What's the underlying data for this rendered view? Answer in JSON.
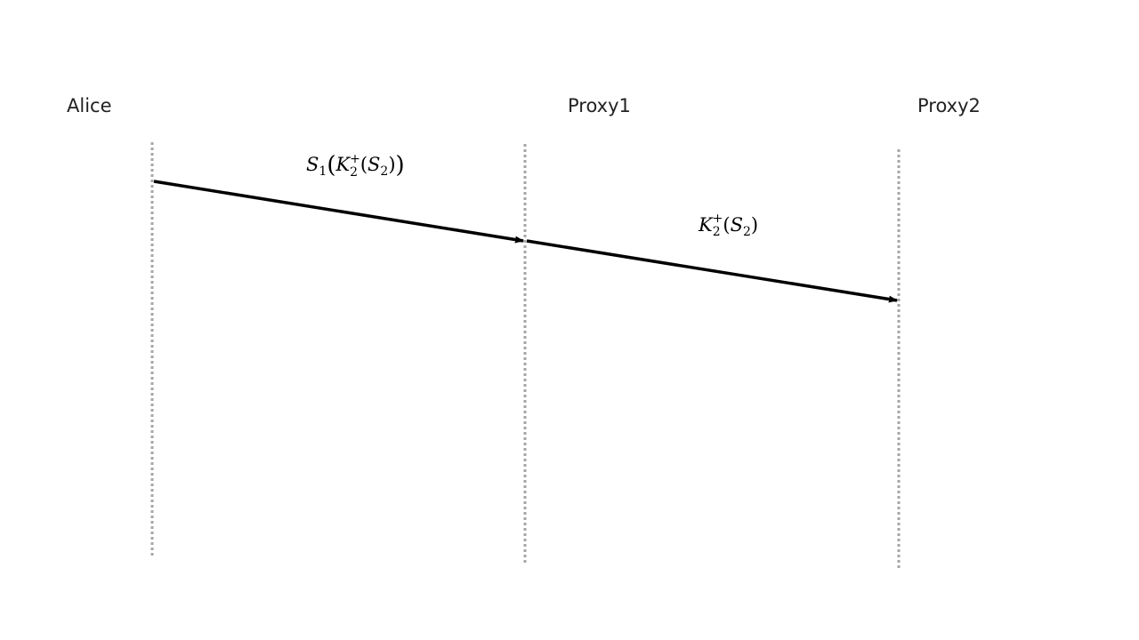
{
  "actors": [
    {
      "id": "alice",
      "label": "Alice"
    },
    {
      "id": "proxy1",
      "label": "Proxy1"
    },
    {
      "id": "proxy2",
      "label": "Proxy2"
    }
  ],
  "messages": [
    {
      "from": "alice",
      "to": "proxy1",
      "label_parts": [
        "S",
        "1",
        "(",
        "K",
        "2",
        "+",
        "(",
        "S",
        "2",
        ")",
        ")"
      ]
    },
    {
      "from": "proxy1",
      "to": "proxy2",
      "label_parts": [
        "K",
        "2",
        "+",
        "(",
        "S",
        "2",
        ")"
      ]
    }
  ],
  "colors": {
    "lifeline": "#a6a6a6",
    "arrow": "#000000",
    "label": "#222222"
  }
}
